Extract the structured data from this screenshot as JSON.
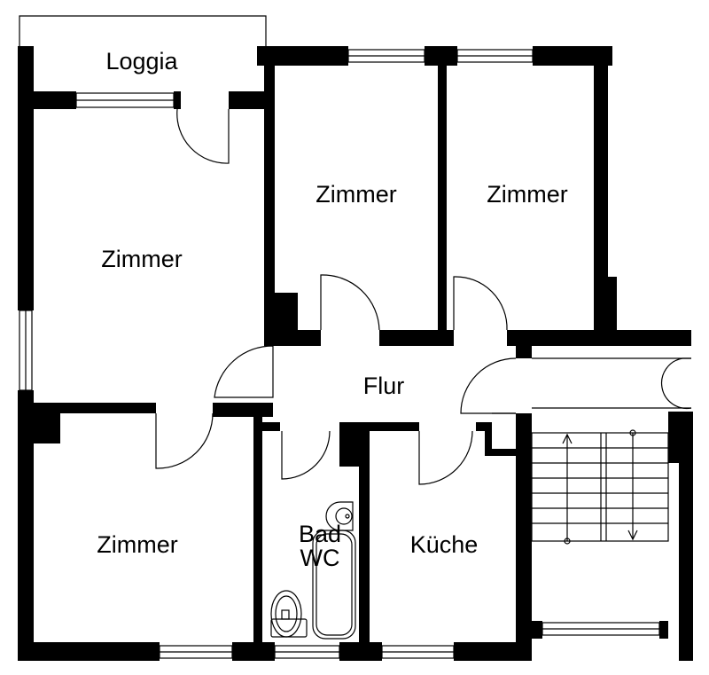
{
  "rooms": {
    "loggia": "Loggia",
    "zimmer_large": "Zimmer",
    "zimmer_top_middle": "Zimmer",
    "zimmer_top_right": "Zimmer",
    "zimmer_bottom_left": "Zimmer",
    "flur": "Flur",
    "bad": "Bad",
    "wc": "WC",
    "kueche": "Küche"
  }
}
